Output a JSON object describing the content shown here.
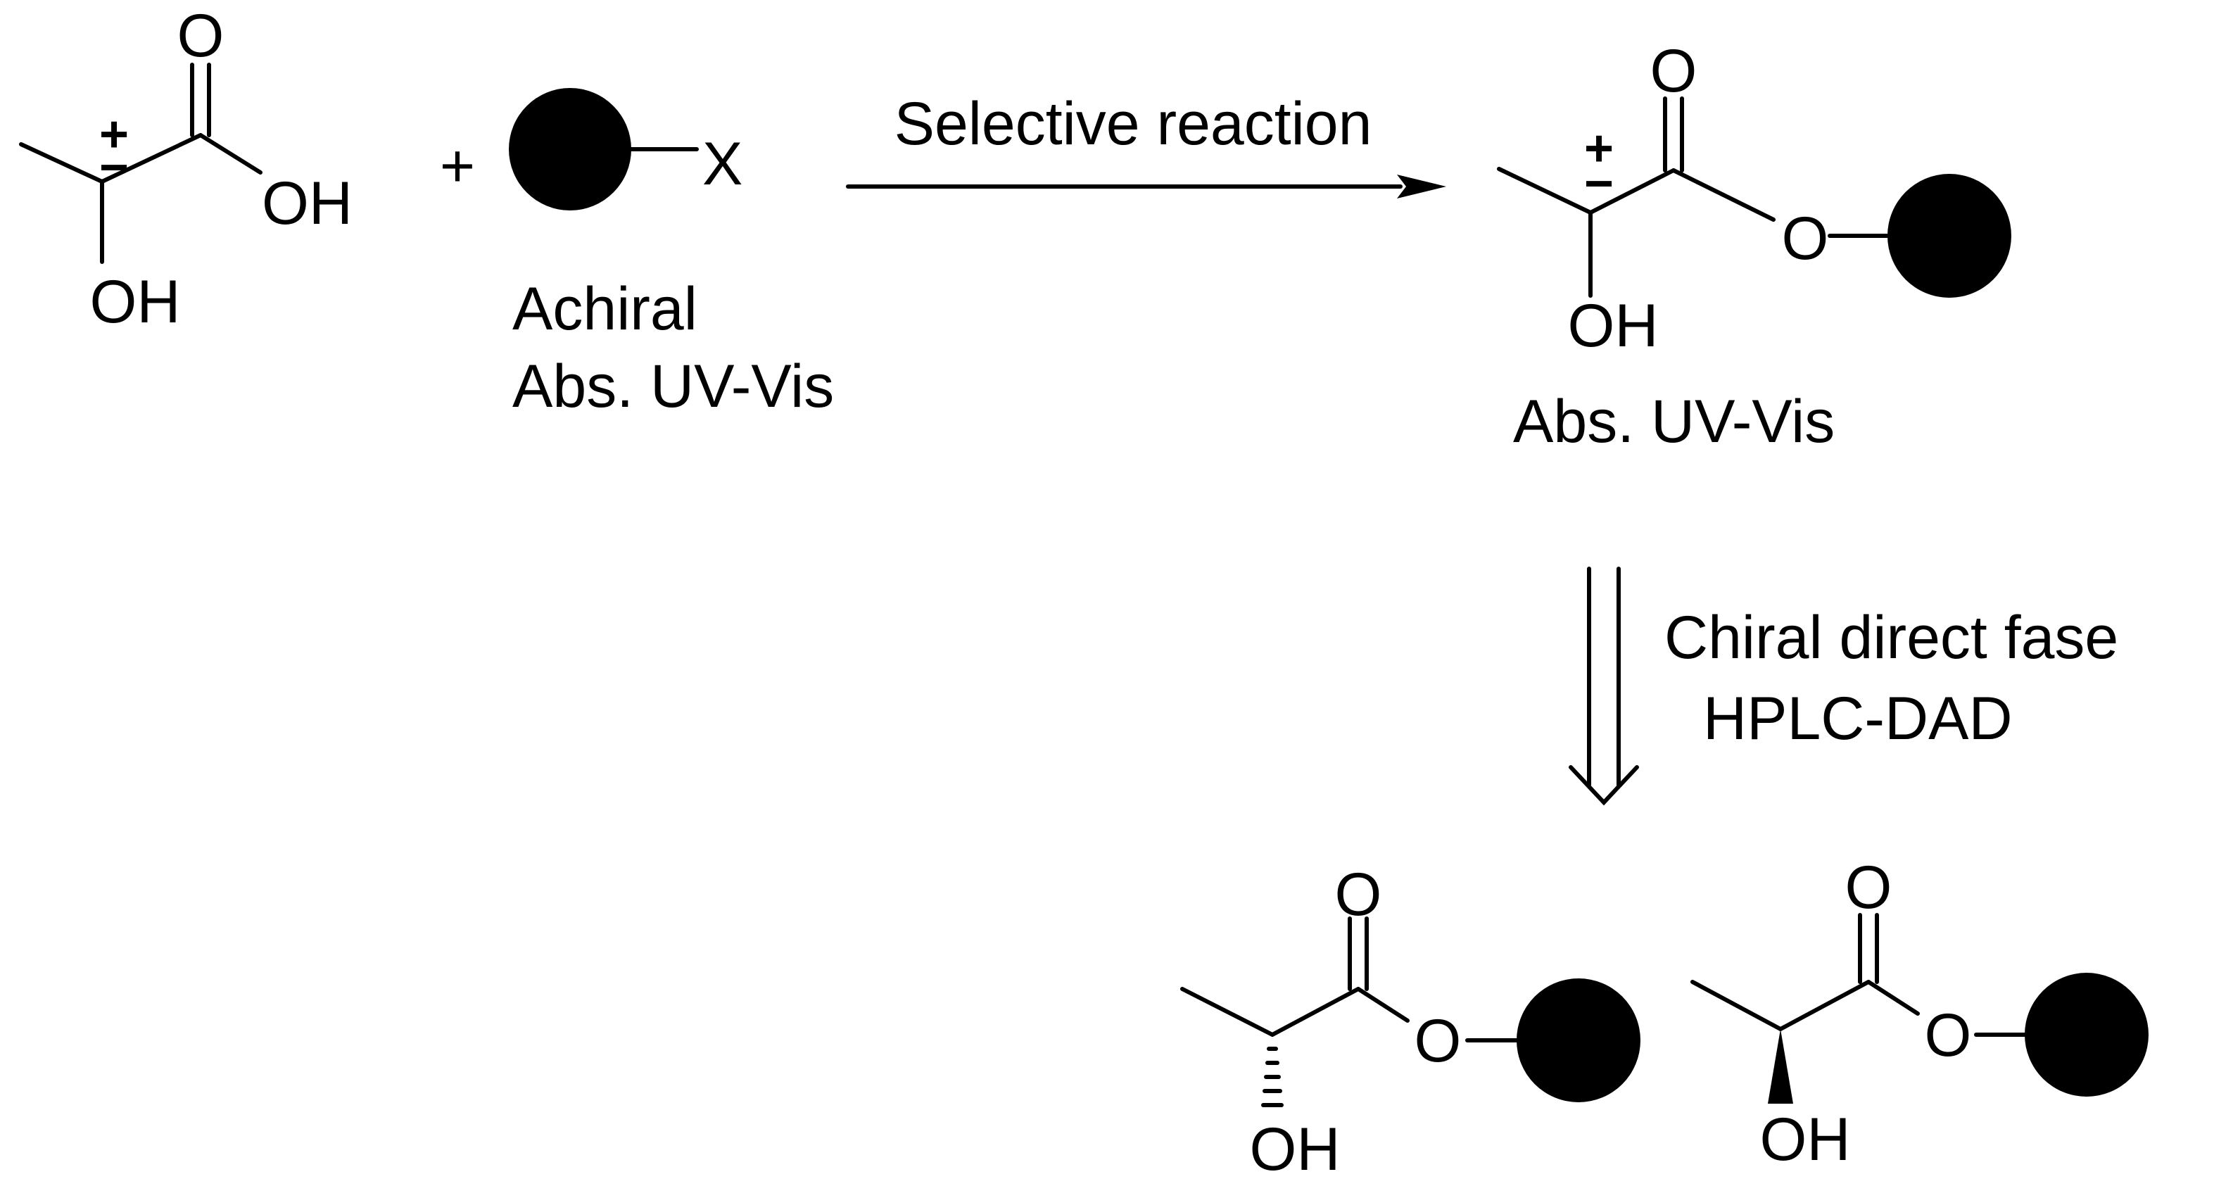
{
  "reactant": {
    "acid_carbonyl_o": "O",
    "acid_oh": "OH",
    "alpha_oh": "OH",
    "charge_plus": "+",
    "charge_minus": "−"
  },
  "plus_sign": "+",
  "reagent": {
    "leaving_group": "X",
    "descriptor_1": "Achiral",
    "descriptor_2": "Abs. UV-Vis"
  },
  "arrow_label": "Selective reaction",
  "product": {
    "carbonyl_o": "O",
    "ester_o": "O",
    "alpha_oh": "OH",
    "charge_plus": "+",
    "charge_minus": "−",
    "descriptor": "Abs. UV-Vis"
  },
  "separation": {
    "label_1": "Chiral direct fase",
    "label_2": "HPLC-DAD"
  },
  "enantiomer_r": {
    "carbonyl_o": "O",
    "ester_o": "O",
    "alpha_oh": "OH"
  },
  "enantiomer_s": {
    "carbonyl_o": "O",
    "ester_o": "O",
    "alpha_oh": "OH"
  },
  "colors": {
    "ink": "#000000",
    "background": "#ffffff"
  }
}
